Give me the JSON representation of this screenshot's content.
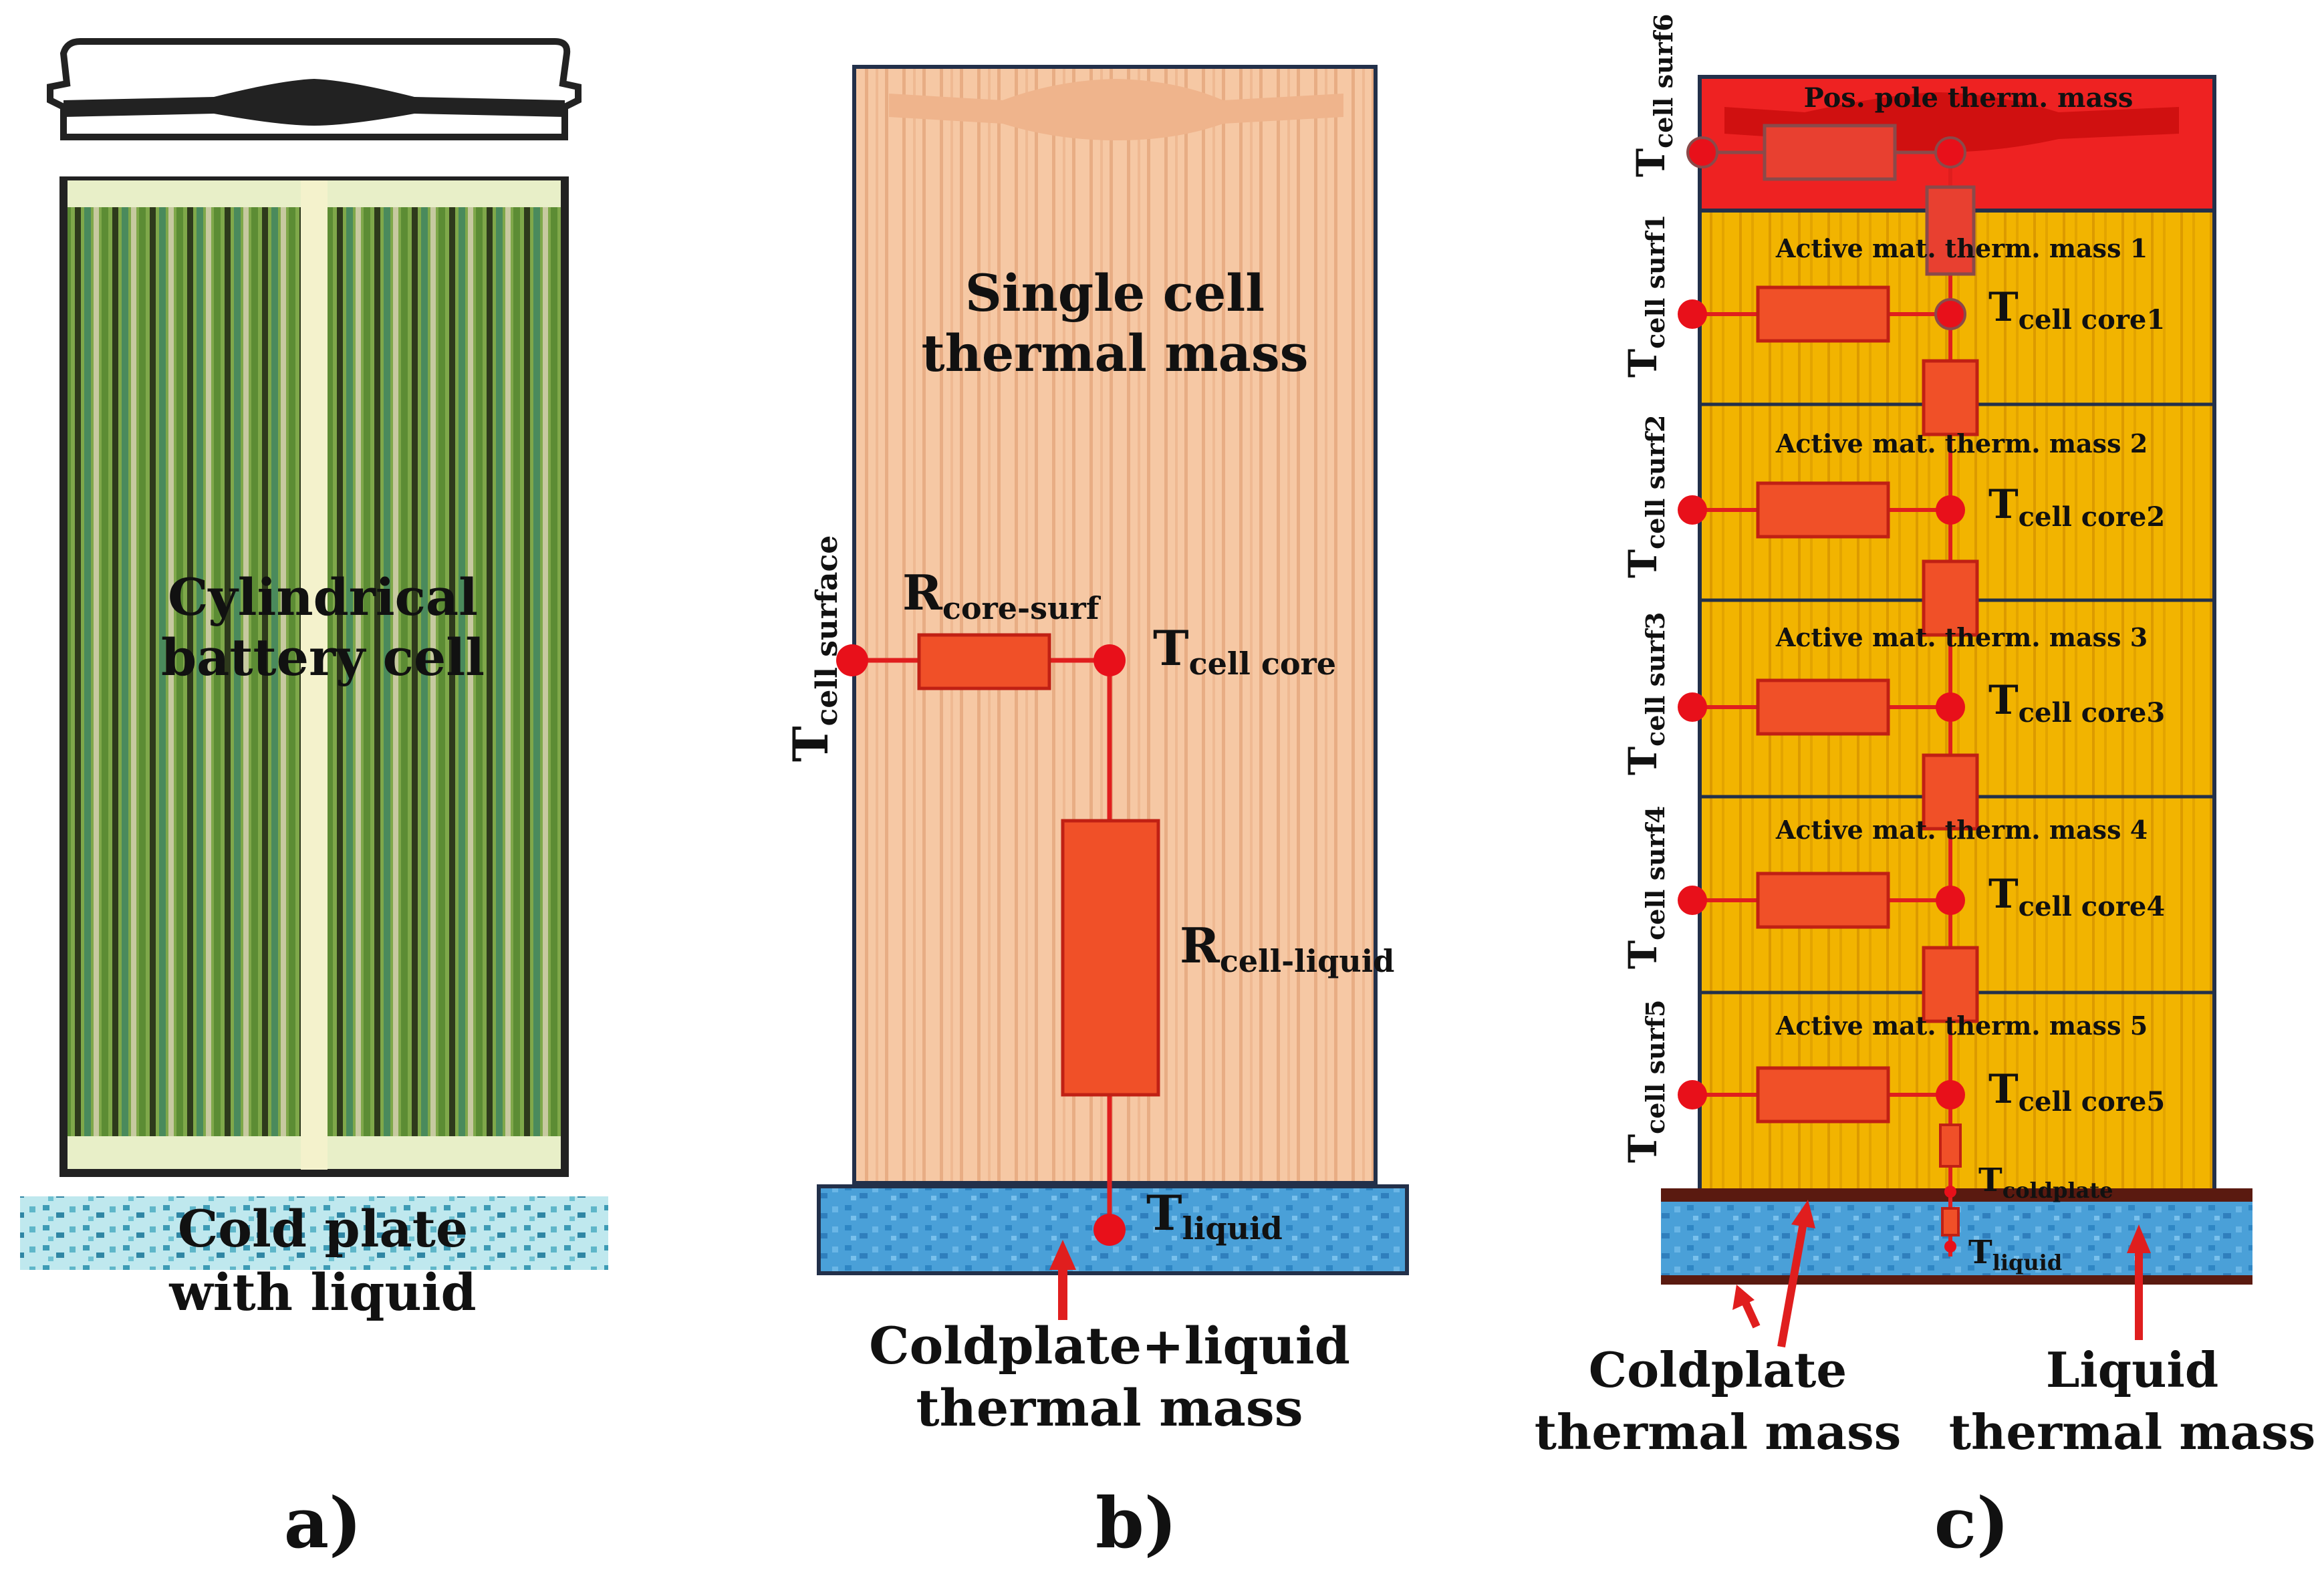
{
  "panel_a": {
    "caption": "a)",
    "cell_label": [
      "Cylindrical",
      "battery cell"
    ],
    "plate_label": [
      "Cold plate",
      "with liquid"
    ]
  },
  "panel_b": {
    "caption": "b)",
    "mass_label": [
      "Single cell",
      "thermal mass"
    ],
    "t_surface": {
      "main": "T",
      "sub": "cell surface"
    },
    "r_core_surf": {
      "main": "R",
      "sub": "core-surf"
    },
    "t_core": {
      "main": "T",
      "sub": "cell core"
    },
    "r_cell_liquid": {
      "main": "R",
      "sub": "cell-liquid"
    },
    "t_liquid": {
      "main": "T",
      "sub": "liquid"
    },
    "plate_label": [
      "Coldplate+liquid",
      "thermal mass"
    ]
  },
  "panel_c": {
    "caption": "c)",
    "pole_mass": "Pos. pole therm. mass",
    "t_surf6": {
      "main": "T",
      "sub": "cell surf6"
    },
    "segments": [
      {
        "mass": "Active mat. therm. mass 1",
        "surf_sub": "cell surf1",
        "core_sub": "cell core1"
      },
      {
        "mass": "Active mat. therm. mass 2",
        "surf_sub": "cell surf2",
        "core_sub": "cell core2"
      },
      {
        "mass": "Active mat. therm. mass 3",
        "surf_sub": "cell surf3",
        "core_sub": "cell core3"
      },
      {
        "mass": "Active mat. therm. mass 4",
        "surf_sub": "cell surf4",
        "core_sub": "cell core4"
      },
      {
        "mass": "Active mat. therm. mass 5",
        "surf_sub": "cell surf5",
        "core_sub": "cell core5"
      }
    ],
    "t_main": "T",
    "t_coldplate": {
      "main": "T",
      "sub": "coldplate"
    },
    "t_liquid": {
      "main": "T",
      "sub": "liquid"
    },
    "coldplate_label": [
      "Coldplate",
      "thermal mass"
    ],
    "liquid_label": [
      "Liquid",
      "thermal mass"
    ]
  },
  "colors": {
    "resistor": "#f05028",
    "node": "#e8101a",
    "wire": "#e01e1e",
    "arrow": "#e01e1e",
    "active_mass": "#f2b400",
    "pole_mass": "#ee2222",
    "cell_b": "#f6c8a4",
    "liquid": "#4aa0d8"
  }
}
